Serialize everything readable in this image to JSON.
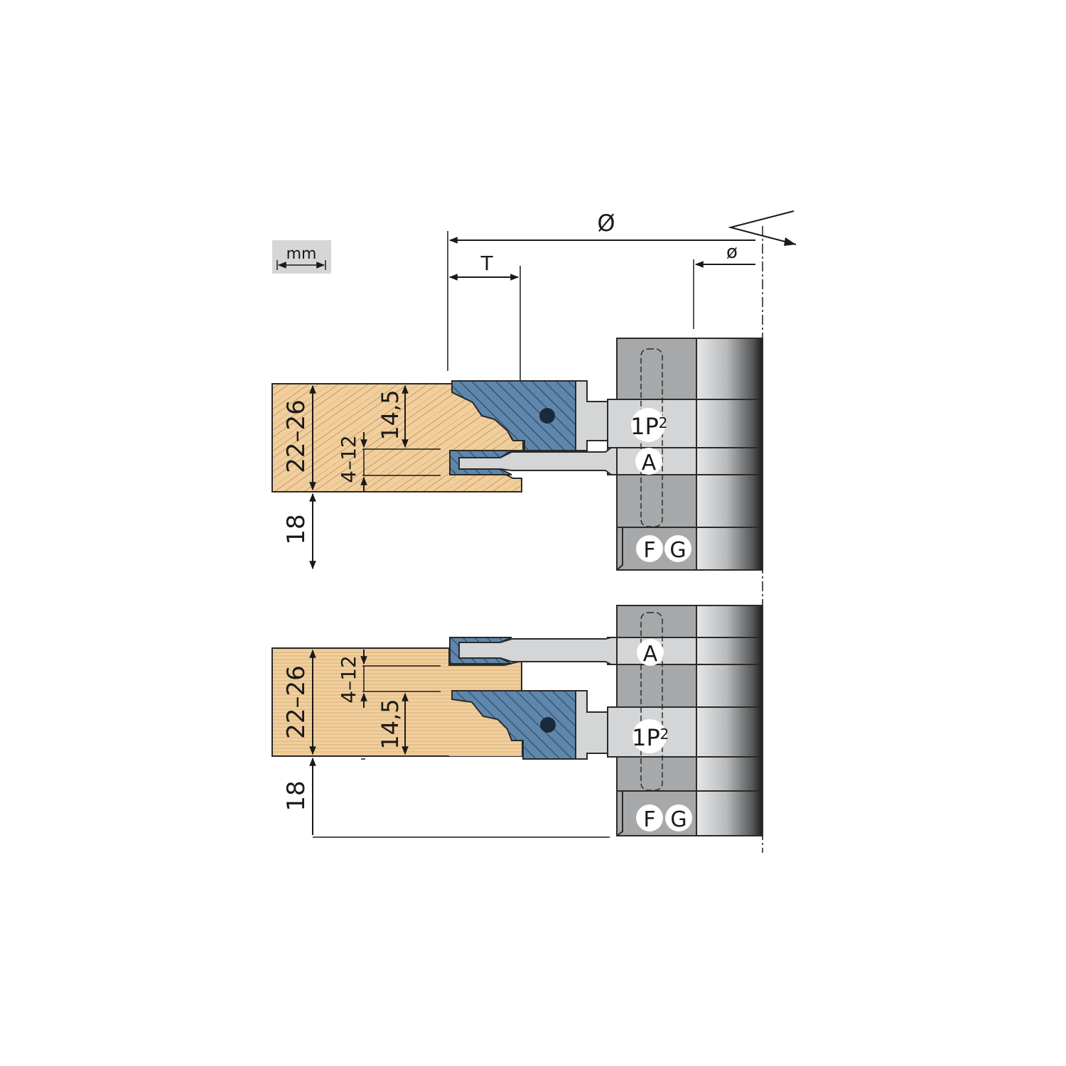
{
  "unit_badge": {
    "text": "mm"
  },
  "dimensions": {
    "outer_diameter": "Ø",
    "bore_diameter": "ø",
    "depth": "T",
    "upper": {
      "thickness": "22–26",
      "offset": "18",
      "profile_height": "14,5",
      "groove_width": "4–12"
    },
    "lower": {
      "thickness": "22–26",
      "offset": "18",
      "profile_height": "14,5",
      "groove_width": "4–12"
    }
  },
  "markers": {
    "upper": {
      "profile": "1P",
      "profile_sup": "2",
      "groove": "A",
      "f": "F",
      "g": "G"
    },
    "lower": {
      "profile": "1P",
      "profile_sup": "2",
      "groove": "A",
      "f": "F",
      "g": "G"
    }
  },
  "colors": {
    "wood": "#f1cf9d",
    "wood_grain": "#b08048",
    "cutter_blue": "#5f87ac",
    "body_light": "#d3d5d6",
    "body_dark": "#9a9c9e",
    "line": "#1a1a1a"
  }
}
